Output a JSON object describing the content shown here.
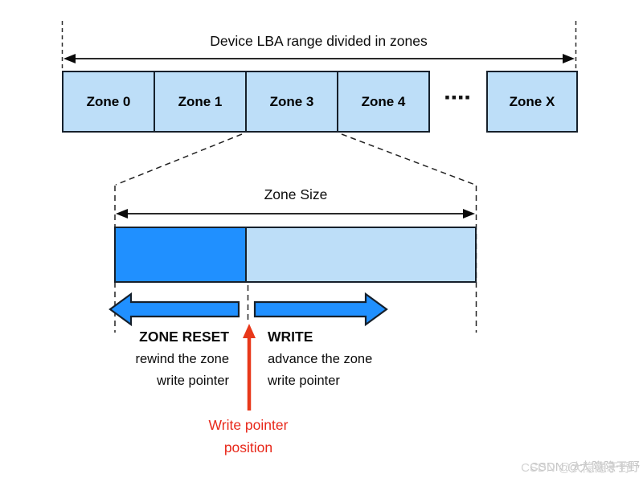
{
  "header": {
    "title": "Device LBA range divided in zones"
  },
  "zones": {
    "items": [
      {
        "label": "Zone 0"
      },
      {
        "label": "Zone 1"
      },
      {
        "label": "Zone 3"
      },
      {
        "label": "Zone 4"
      }
    ],
    "dots": "▪▪▪▪",
    "last_label": "Zone X"
  },
  "zone_detail": {
    "size_label": "Zone Size",
    "written_fraction": 0.36,
    "reset_action": {
      "title": "ZONE RESET",
      "desc_line1": "rewind the zone",
      "desc_line2": "write pointer"
    },
    "write_action": {
      "title": "WRITE",
      "desc_line1": "advance the zone",
      "desc_line2": "write pointer"
    },
    "pointer_label": {
      "line1": "Write pointer",
      "line2": "position"
    }
  },
  "watermark": {
    "text": "CSDN @大隐隐于野"
  },
  "colors": {
    "zone_fill": "#BDDEF8",
    "written_fill": "#2090FF",
    "outline": "#16202B",
    "pointer_red": "#E8281A",
    "watermark_gray": "#C5C5C5"
  }
}
